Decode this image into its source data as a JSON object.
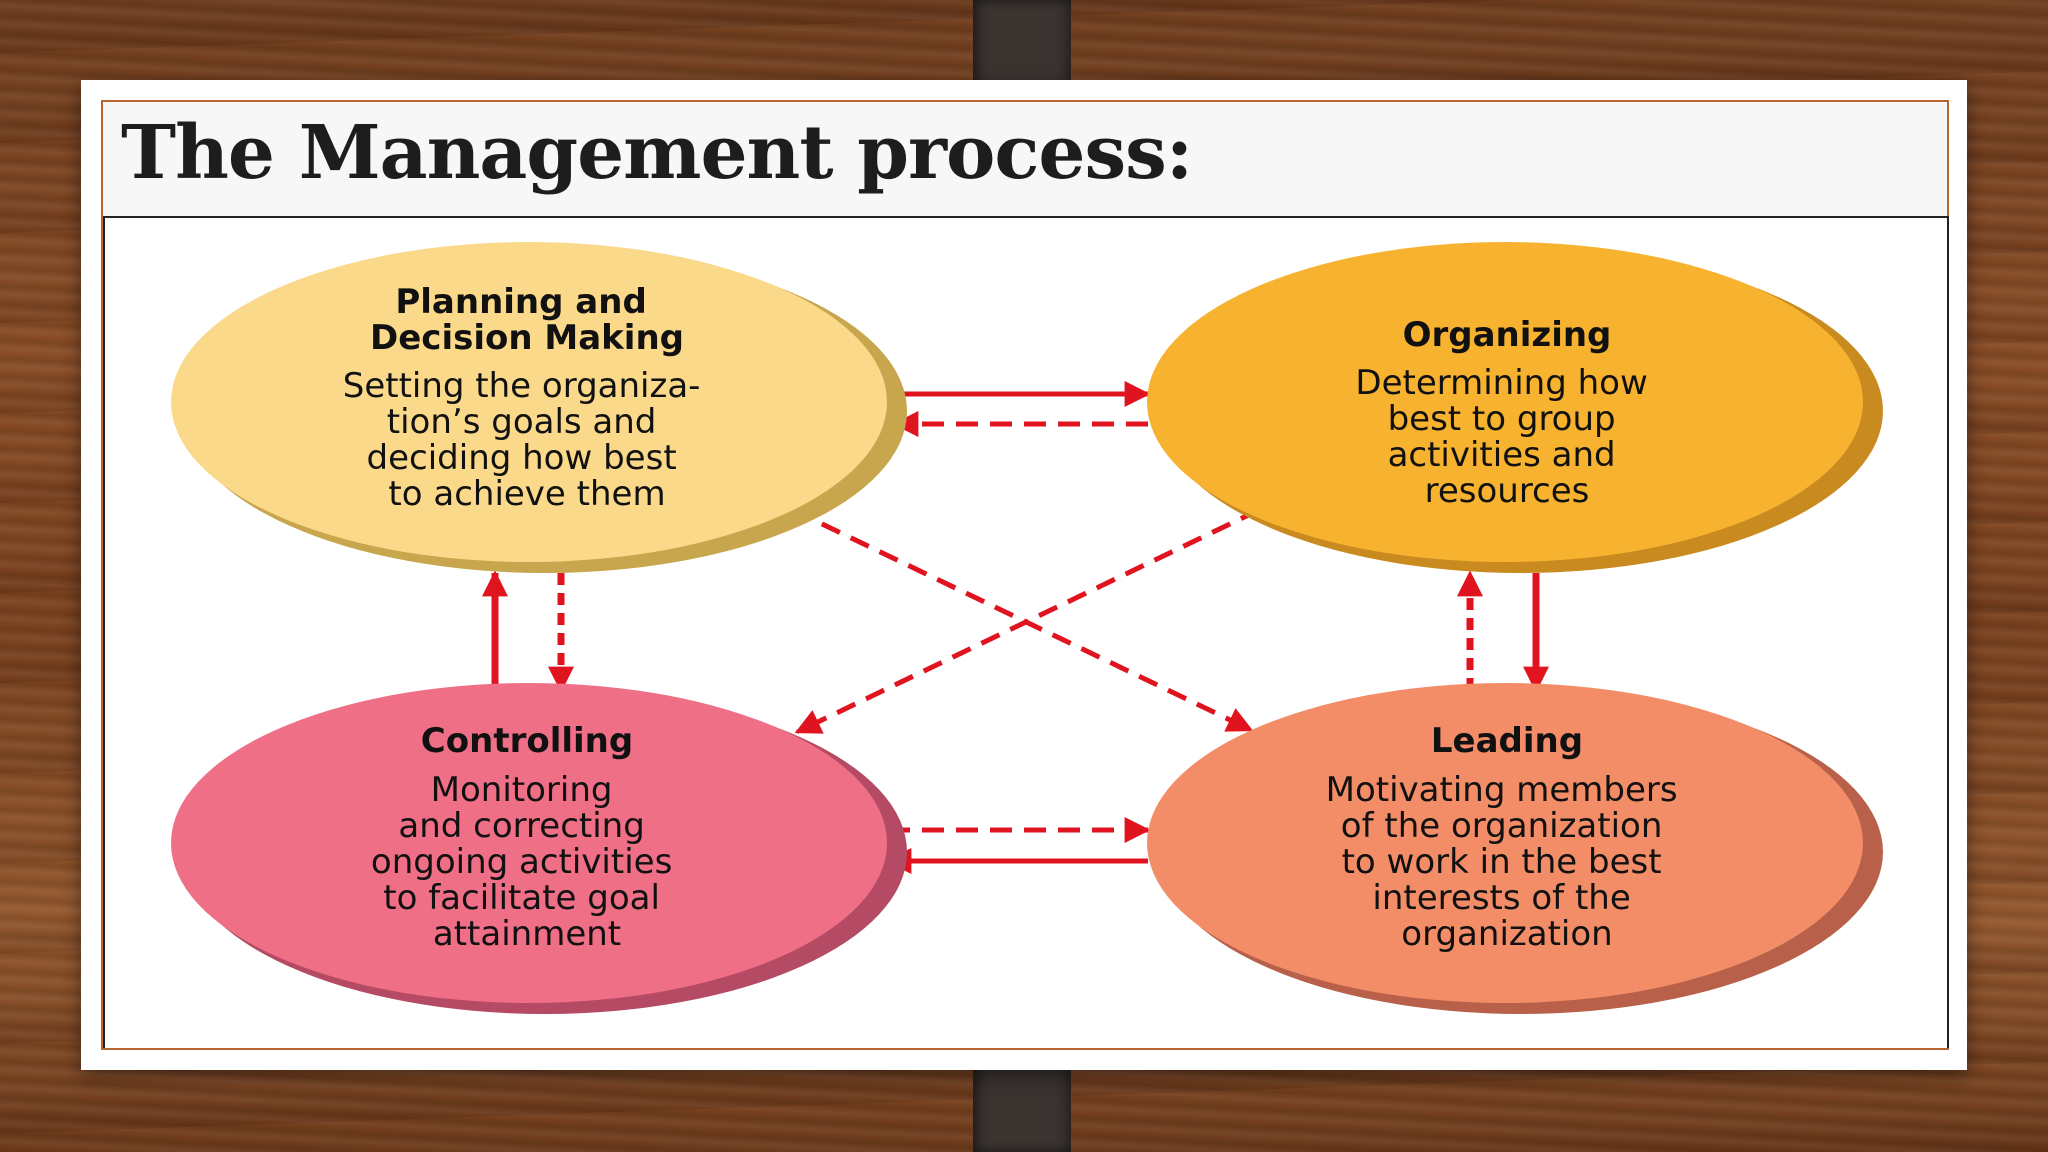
{
  "slide": {
    "title": "The Management process:"
  },
  "nodes": {
    "planning": {
      "heading_lines": [
        "Planning and",
        "Decision Making"
      ],
      "desc_lines": [
        "Setting the organiza-",
        "tion’s goals and",
        "deciding how best",
        "to achieve them"
      ],
      "color": "#fbd98a"
    },
    "organizing": {
      "heading_lines": [
        "Organizing"
      ],
      "desc_lines": [
        "Determining how",
        "best to group",
        "activities and",
        "resources"
      ],
      "color": "#f7b230"
    },
    "controlling": {
      "heading_lines": [
        "Controlling"
      ],
      "desc_lines": [
        "Monitoring",
        "and correcting",
        "ongoing activities",
        "to facilitate goal",
        "attainment"
      ],
      "color": "#ee6f86"
    },
    "leading": {
      "heading_lines": [
        "Leading"
      ],
      "desc_lines": [
        "Motivating members",
        "of the organization",
        "to work in the best",
        "interests of the",
        "organization"
      ],
      "color": "#f28d68"
    }
  },
  "colors": {
    "arrow": "#e0141e",
    "frame_border": "#b5652e"
  }
}
